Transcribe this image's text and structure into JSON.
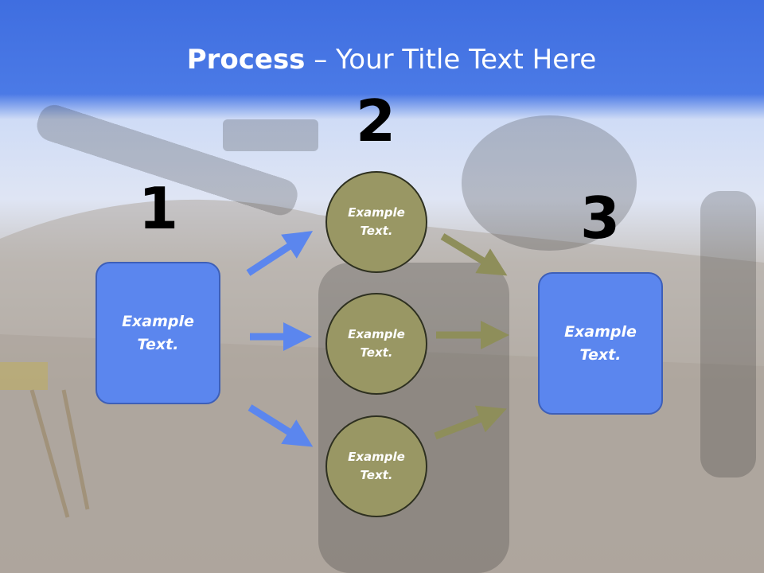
{
  "title": {
    "bold": "Process",
    "rest": " – Your Title Text Here"
  },
  "steps": {
    "one": {
      "number": "1",
      "text_line1": "Example",
      "text_line2": "Text."
    },
    "two": {
      "number": "2"
    },
    "three": {
      "number": "3",
      "text_line1": "Example",
      "text_line2": "Text."
    }
  },
  "circles": [
    {
      "line1": "Example",
      "line2": "Text."
    },
    {
      "line1": "Example",
      "line2": "Text."
    },
    {
      "line1": "Example",
      "line2": "Text."
    }
  ],
  "colors": {
    "box": "#5b86ee",
    "circle": "#999764",
    "blue_arrow": "#5b86ee",
    "olive_arrow": "#8e8e5a"
  }
}
